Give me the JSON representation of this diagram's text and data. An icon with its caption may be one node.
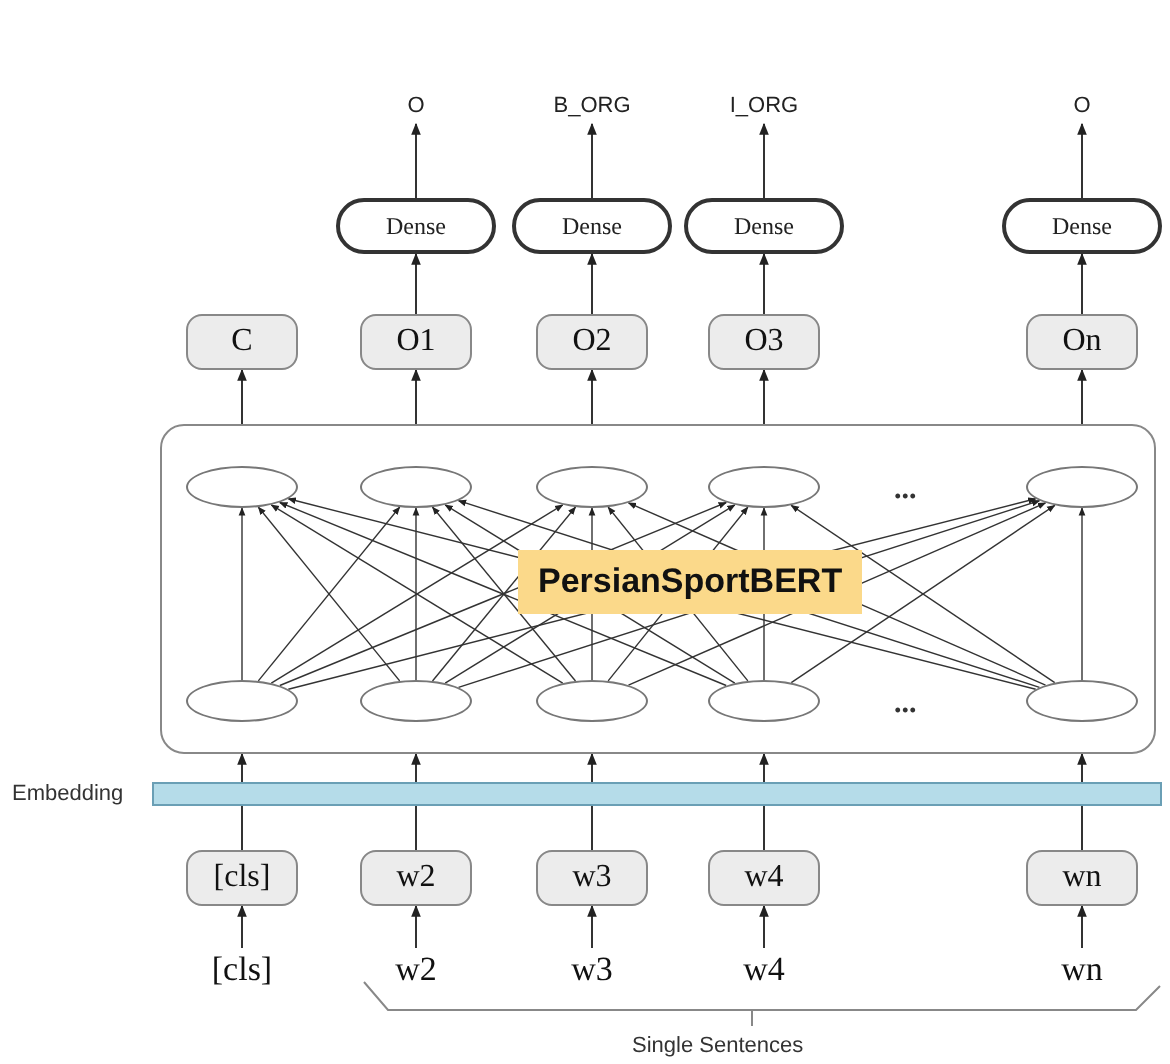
{
  "diagram": {
    "nodes": [
      {
        "text": [
          "O"
        ]
      },
      {
        "text": [
          "B_ORG"
        ]
      },
      {
        "text": [
          "I_ORG"
        ]
      },
      {
        "text": [
          "O"
        ]
      },
      {
        "text": [
          "Dense"
        ]
      },
      {
        "text": [
          "Dense"
        ]
      },
      {
        "text": [
          "Dense"
        ]
      },
      {
        "text": [
          "Dense"
        ]
      },
      {
        "text": [
          "C"
        ]
      },
      {
        "text": [
          "O1"
        ]
      },
      {
        "text": [
          "O2"
        ]
      },
      {
        "text": [
          "O3"
        ]
      },
      {
        "text": [
          "On"
        ]
      },
      {
        "text": [
          "PersianSportBERT"
        ]
      },
      {
        "text": [],
        "shape": "ellipse",
        "in": 13
      },
      {
        "text": [],
        "shape": "ellipse",
        "in": 13
      },
      {
        "text": [],
        "shape": "ellipse",
        "in": 13
      },
      {
        "text": [],
        "shape": "ellipse",
        "in": 13
      },
      {
        "text": [],
        "shape": "ellipse",
        "in": 13
      },
      {
        "text": [],
        "shape": "ellipse",
        "in": 13
      },
      {
        "text": [],
        "shape": "ellipse",
        "in": 13
      },
      {
        "text": [],
        "shape": "ellipse",
        "in": 13
      },
      {
        "text": [],
        "shape": "ellipse",
        "in": 13
      },
      {
        "text": [],
        "shape": "ellipse",
        "in": 13
      },
      {
        "text": [
          "Embedding"
        ]
      },
      {
        "text": [
          "[cls]"
        ]
      },
      {
        "text": [
          "w2"
        ]
      },
      {
        "text": [
          "w3"
        ]
      },
      {
        "text": [
          "w4"
        ]
      },
      {
        "text": [
          "wn"
        ]
      },
      {
        "text": [
          "[cls]"
        ]
      },
      {
        "text": [
          "w2"
        ]
      },
      {
        "text": [
          "w3"
        ]
      },
      {
        "text": [
          "w4"
        ]
      },
      {
        "text": [
          "wn"
        ]
      }
    ],
    "edges": [
      {
        "from": 4,
        "to": 0,
        "arrow": "to"
      },
      {
        "from": 5,
        "to": 1,
        "arrow": "to"
      },
      {
        "from": 6,
        "to": 2,
        "arrow": "to"
      },
      {
        "from": 7,
        "to": 3,
        "arrow": "to"
      },
      {
        "from": 9,
        "to": 4,
        "arrow": "to"
      },
      {
        "from": 10,
        "to": 5,
        "arrow": "to"
      },
      {
        "from": 11,
        "to": 6,
        "arrow": "to"
      },
      {
        "from": 12,
        "to": 7,
        "arrow": "to"
      },
      {
        "from": 13,
        "to": 8,
        "arrow": "to"
      },
      {
        "from": 13,
        "to": 9,
        "arrow": "to"
      },
      {
        "from": 13,
        "to": 10,
        "arrow": "to"
      },
      {
        "from": 13,
        "to": 11,
        "arrow": "to"
      },
      {
        "from": 13,
        "to": 12,
        "arrow": "to"
      },
      {
        "from": 19,
        "to": 14,
        "arrow": "to"
      },
      {
        "from": 19,
        "to": 15,
        "arrow": "to"
      },
      {
        "from": 19,
        "to": 16,
        "arrow": "to"
      },
      {
        "from": 19,
        "to": 17,
        "arrow": "to"
      },
      {
        "from": 19,
        "to": 18,
        "arrow": "to"
      },
      {
        "from": 20,
        "to": 14,
        "arrow": "to"
      },
      {
        "from": 20,
        "to": 15,
        "arrow": "to"
      },
      {
        "from": 20,
        "to": 16,
        "arrow": "to"
      },
      {
        "from": 20,
        "to": 17,
        "arrow": "to"
      },
      {
        "from": 20,
        "to": 18,
        "arrow": "to"
      },
      {
        "from": 21,
        "to": 14,
        "arrow": "to"
      },
      {
        "from": 21,
        "to": 15,
        "arrow": "to"
      },
      {
        "from": 21,
        "to": 16,
        "arrow": "to"
      },
      {
        "from": 21,
        "to": 17,
        "arrow": "to"
      },
      {
        "from": 21,
        "to": 18,
        "arrow": "to"
      },
      {
        "from": 22,
        "to": 14,
        "arrow": "to"
      },
      {
        "from": 22,
        "to": 15,
        "arrow": "to"
      },
      {
        "from": 22,
        "to": 16,
        "arrow": "to"
      },
      {
        "from": 22,
        "to": 17,
        "arrow": "to"
      },
      {
        "from": 22,
        "to": 18,
        "arrow": "to"
      },
      {
        "from": 23,
        "to": 14,
        "arrow": "to"
      },
      {
        "from": 23,
        "to": 15,
        "arrow": "to"
      },
      {
        "from": 23,
        "to": 16,
        "arrow": "to"
      },
      {
        "from": 23,
        "to": 17,
        "arrow": "to"
      },
      {
        "from": 23,
        "to": 18,
        "arrow": "to"
      },
      {
        "from": 24,
        "to": 13,
        "arrow": "to"
      },
      {
        "from": 24,
        "to": 13,
        "arrow": "to"
      },
      {
        "from": 24,
        "to": 13,
        "arrow": "to"
      },
      {
        "from": 24,
        "to": 13,
        "arrow": "to"
      },
      {
        "from": 24,
        "to": 13,
        "arrow": "to"
      },
      {
        "from": 25,
        "to": 24,
        "arrow": "none"
      },
      {
        "from": 26,
        "to": 24,
        "arrow": "none"
      },
      {
        "from": 27,
        "to": 24,
        "arrow": "none"
      },
      {
        "from": 28,
        "to": 24,
        "arrow": "none"
      },
      {
        "from": 29,
        "to": 24,
        "arrow": "none"
      },
      {
        "from": 30,
        "to": 25,
        "arrow": "to"
      },
      {
        "from": 31,
        "to": 26,
        "arrow": "to"
      },
      {
        "from": 32,
        "to": 27,
        "arrow": "to"
      },
      {
        "from": 33,
        "to": 28,
        "arrow": "to"
      },
      {
        "from": 34,
        "to": 29,
        "arrow": "to"
      }
    ],
    "labels": [
      "...",
      "...",
      "Single Sentences"
    ]
  }
}
